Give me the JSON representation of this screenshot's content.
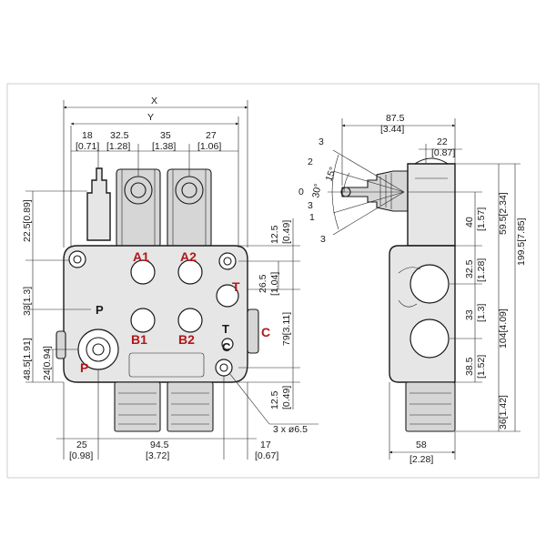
{
  "ports": {
    "a1": "A1",
    "a2": "A2",
    "b1": "B1",
    "b2": "B2",
    "t": "T",
    "c": "C",
    "p_red": "P",
    "p_black": "P",
    "t_black": "T",
    "c_black": "C"
  },
  "colors": {
    "port_label": "#b3161a",
    "body_fill": "#e6e6e6",
    "background": "#ffffff"
  },
  "front": {
    "top": {
      "x": "X",
      "y": "Y",
      "d18": "18",
      "d18in": "[0.71]",
      "d325": "32.5",
      "d325in": "[1.28]",
      "d35": "35",
      "d35in": "[1.38]",
      "d27": "27",
      "d27in": "[1.06]"
    },
    "left": {
      "d225": "22.5[0.89]",
      "d33": "33[1.3]",
      "d485": "48.5[1.91]",
      "d24": "24[0.94]"
    },
    "right": {
      "d125a": "12.5",
      "d125ain": "[0.49]",
      "d265": "26.5",
      "d265in": "[1.04]",
      "d79": "79[3.11]",
      "d125b": "12.5",
      "d125bin": "[0.49]"
    },
    "bottom": {
      "d25": "25",
      "d25in": "[0.98]",
      "d945": "94.5",
      "d945in": "[3.72]",
      "d17": "17",
      "d17in": "[0.67]",
      "holes": "3 x ø6.5"
    }
  },
  "side": {
    "top": {
      "d875": "87.5",
      "d875in": "[3.44]",
      "d22": "22",
      "d22in": "[0.87]"
    },
    "angles": {
      "l3a": "3",
      "l2": "2",
      "l0": "0",
      "l1": "1",
      "l3b": "3",
      "l3c": "3",
      "a15": "15°",
      "a30": "30°"
    },
    "inner": {
      "d40": "40",
      "d40in": "[1.57]",
      "d325": "32.5",
      "d325in": "[1.28]",
      "d33": "33",
      "d33in": "[1.3]",
      "d385": "38.5",
      "d385in": "[1.52]"
    },
    "outer": {
      "d595": "59.5[2.34]",
      "d104": "104[4.09]",
      "d1995": "199.5[7.85]",
      "d36": "36[1.42]"
    },
    "bottom": {
      "d58": "58",
      "d58in": "[2.28]"
    }
  }
}
